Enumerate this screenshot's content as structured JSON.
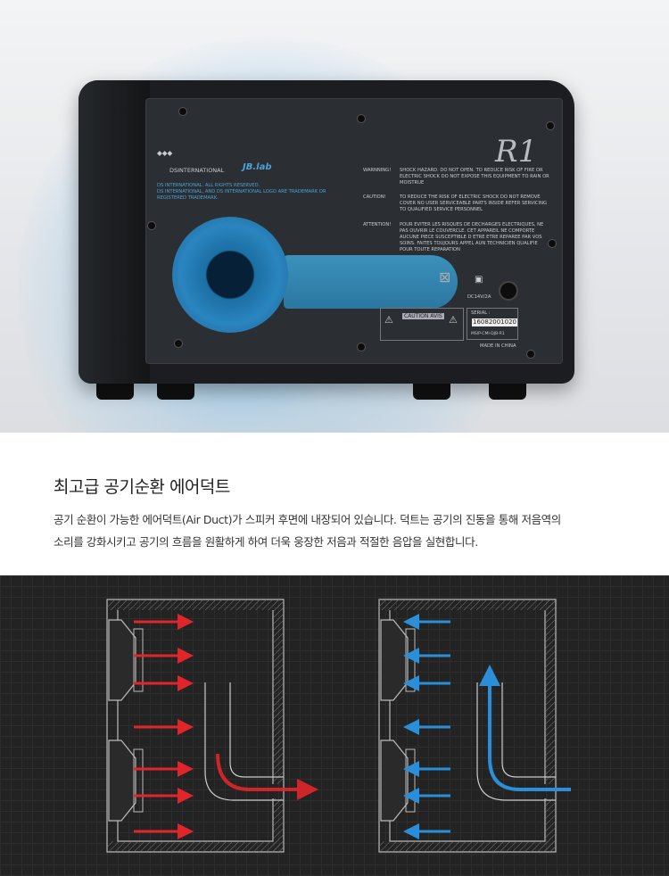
{
  "product_photo": {
    "brand": "DSINTERNATIONAL",
    "sub_brand": "JB.lab",
    "model_logo": "R1",
    "copyright": [
      "DS INTERNATIONAL. ALL RIGHTS RESERVED.",
      "DS INTERNATIONAL, AND DS INTERNATIONAL LOGO ARE TRADEMARK OR",
      "REGISTERED TRADEMARK."
    ],
    "warning_label": "WARNNING!",
    "warning_text": "SHOCK HAZARD. DO NOT OPEN. TO REDUCE RISK OF FIRE OR ELECTRIC SHOCK DO NOT EXPOSE THIS EQUIPMENT TO RAIN OR MOISTRUE",
    "caution_label": "CAUTION!",
    "caution_text": "TO REDUCE THE RISK OF ELECTRIC SHOCK DO NOT REMOVE COVER NO USER SERVICEABLE PARTS INSIDE REFER SERVICING TO QUALIFIED SERVICE PERSONNEL",
    "attention_label": "ATTENTION!",
    "attention_text": "POUR EVITER LES RISQUES DE DECHARGES ELECTRIQUES, NE PAS OUVRIR LE COUVERCLE. CET APPAREIL NE COMPORTE AUCUNE PIECE SUSCEPTIBLE D ETRE ETRE REPAREE PAR VOS SOINS. FAITES TOUJOURS APPEL AUN TECHNICIEN QUALIFIE POUR TOUTE REPARATION",
    "caution_sticker": "CAUTION AVIS",
    "power_rating": "DC14V/2A",
    "serial_label": "SERIAL :",
    "serial_number": "16082001020",
    "cert": "MSIP-CMI-DJB-R1",
    "origin": "MADE IN CHINA"
  },
  "section": {
    "title": "최고급 공기순환 에어덕트",
    "description_lines": [
      "공기 순환이 가능한 에어덕트(Air Duct)가 스피커 후면에 내장되어 있습니다. 덕트는 공기의 진동을 통해 저음역의",
      "소리를 강화시키고 공기의 흐름을 원활하게 하여 더욱 웅장한 저음과 적절한 음압을 실현합니다."
    ]
  },
  "colors": {
    "red_arrow": "#e0262b",
    "blue_arrow": "#2a8fd8",
    "diagram_bg": "#232323"
  }
}
